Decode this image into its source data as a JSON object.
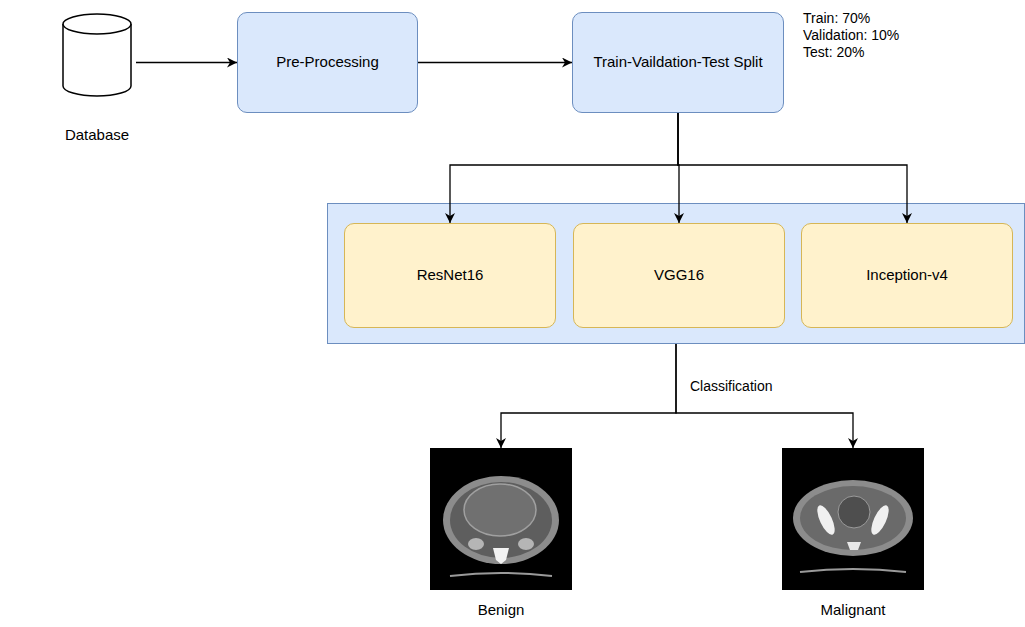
{
  "diagram": {
    "nodes": [
      {
        "text": [
          "Database"
        ]
      },
      {
        "text": [
          "Pre-Processing"
        ]
      },
      {
        "text": [
          "Train-Vaildation-Test Split"
        ]
      },
      {
        "text": []
      },
      {
        "text": [
          "ResNet16"
        ],
        "in": 3
      },
      {
        "text": [
          "VGG16"
        ],
        "in": 3
      },
      {
        "text": [
          "Inception-v4"
        ],
        "in": 3
      },
      {
        "text": [
          "Benign"
        ]
      },
      {
        "text": [
          "Malignant"
        ]
      }
    ],
    "edges": [
      {
        "from": 0,
        "to": 1,
        "arrow": "to"
      },
      {
        "from": 1,
        "to": 2,
        "arrow": "to"
      },
      {
        "from": 2,
        "to": 4,
        "arrow": "to"
      },
      {
        "from": 2,
        "to": 5,
        "arrow": "to"
      },
      {
        "from": 2,
        "to": 6,
        "arrow": "to"
      },
      {
        "from": 3,
        "to": 7,
        "arrow": "to",
        "label": "Classification"
      },
      {
        "from": 3,
        "to": 8,
        "arrow": "to"
      }
    ],
    "labels": [
      "Train: 70%",
      "Validation: 10%",
      "Test: 20%"
    ]
  }
}
